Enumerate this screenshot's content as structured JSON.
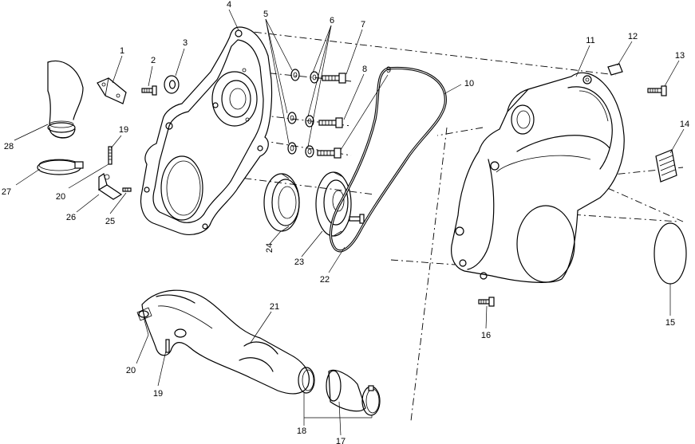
{
  "callouts": [
    {
      "id": "1",
      "text": "1"
    },
    {
      "id": "2",
      "text": "2"
    },
    {
      "id": "3",
      "text": "3"
    },
    {
      "id": "4",
      "text": "4"
    },
    {
      "id": "5",
      "text": "5"
    },
    {
      "id": "6",
      "text": "6"
    },
    {
      "id": "7",
      "text": "7"
    },
    {
      "id": "8",
      "text": "8"
    },
    {
      "id": "9",
      "text": "9"
    },
    {
      "id": "10",
      "text": "10"
    },
    {
      "id": "11",
      "text": "11"
    },
    {
      "id": "12",
      "text": "12"
    },
    {
      "id": "13",
      "text": "13"
    },
    {
      "id": "14",
      "text": "14"
    },
    {
      "id": "15",
      "text": "15"
    },
    {
      "id": "16",
      "text": "16"
    },
    {
      "id": "17",
      "text": "17"
    },
    {
      "id": "18",
      "text": "18"
    },
    {
      "id": "19a",
      "text": "19"
    },
    {
      "id": "19b",
      "text": "19"
    },
    {
      "id": "20a",
      "text": "20"
    },
    {
      "id": "20b",
      "text": "20"
    },
    {
      "id": "21",
      "text": "21"
    },
    {
      "id": "22",
      "text": "22"
    },
    {
      "id": "23",
      "text": "23"
    },
    {
      "id": "24",
      "text": "24"
    },
    {
      "id": "25",
      "text": "25"
    },
    {
      "id": "26",
      "text": "26"
    },
    {
      "id": "27",
      "text": "27"
    },
    {
      "id": "28",
      "text": "28"
    }
  ]
}
